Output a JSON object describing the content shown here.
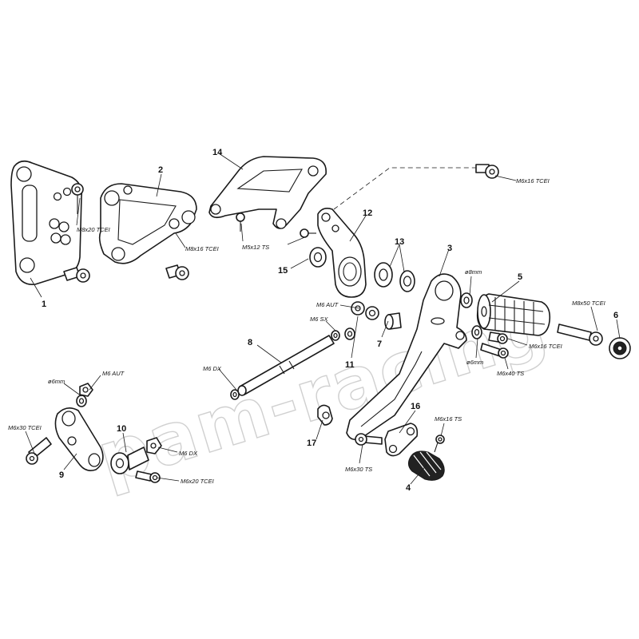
{
  "watermark": "pam-racing",
  "part_numbers": [
    "1",
    "2",
    "3",
    "4",
    "5",
    "6",
    "7",
    "8",
    "9",
    "10",
    "11",
    "12",
    "13",
    "14",
    "15",
    "16",
    "17"
  ],
  "hardware_labels": {
    "m6x16_tcei_top": "M6x16 TCEI",
    "m8x20_tcei": "M8x20 TCEI",
    "m8x16_tcei": "M8x16 TCEI",
    "m5x12_ts": "M5x12 TS",
    "d8mm": "ø8mm",
    "m8x50_tcei": "M8x50 TCEI",
    "m6_aut_center": "M6 AUT",
    "m6_sx": "M6 SX",
    "m6x16_tcei_right": "M6x16 TCEI",
    "d6mm_right": "ø6mm",
    "m6x40_ts": "M6x40 TS",
    "m6_dx_center": "M6 DX",
    "d6mm_left": "ø6mm",
    "m6_aut_left": "M6 AUT",
    "m6x30_tcei": "M6x30 TCEI",
    "m6_dx_left": "M6 DX",
    "m6x20_tcei": "M6x20 TCEI",
    "m6x16_ts": "M6x16 TS",
    "m6x30_ts": "M6x30 TS"
  }
}
